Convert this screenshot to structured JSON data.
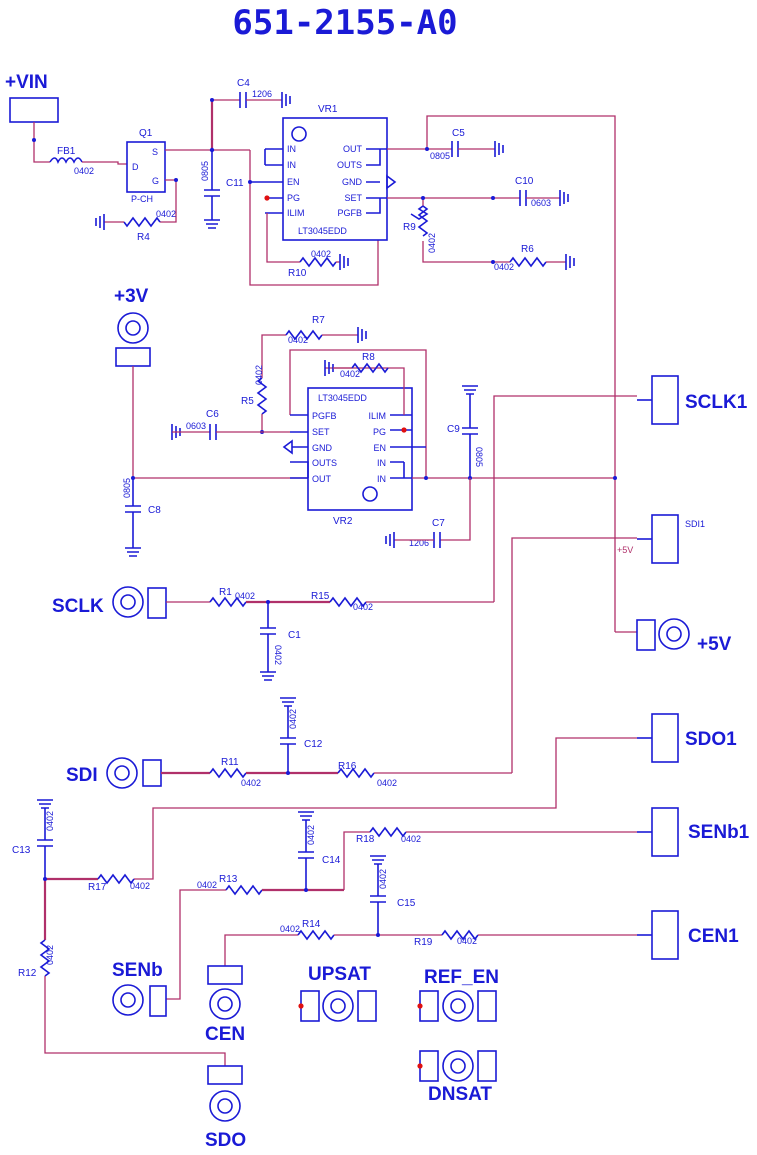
{
  "title": "651-2155-A0",
  "connectors": {
    "vin": "+VIN",
    "v3": "+3V",
    "sclk": "SCLK",
    "sdi": "SDI",
    "sclk1": "SCLK1",
    "sdi1": "SDI1",
    "v5": "+5V",
    "sdo1": "SDO1",
    "senb1": "SENb1",
    "cen1": "CEN1",
    "senb": "SENb",
    "cen": "CEN",
    "upsat": "UPSAT",
    "ref_en": "REF_EN",
    "dnsat": "DNSAT",
    "sdo": "SDO"
  },
  "net_label_5v": "+5V",
  "regulators": {
    "vr1": {
      "ref": "VR1",
      "part": "LT3045EDD",
      "pins_left": [
        "IN",
        "IN",
        "EN",
        "PG",
        "ILIM"
      ],
      "pins_right": [
        "OUT",
        "OUTS",
        "GND",
        "SET",
        "PGFB"
      ]
    },
    "vr2": {
      "ref": "VR2",
      "part": "LT3045EDD",
      "pins_left": [
        "PGFB",
        "SET",
        "GND",
        "OUTS",
        "OUT"
      ],
      "pins_right": [
        "ILIM",
        "PG",
        "EN",
        "IN",
        "IN"
      ]
    }
  },
  "mosfet": {
    "ref": "Q1",
    "type": "P-CH",
    "pin_s": "S",
    "pin_d": "D",
    "pin_g": "G"
  },
  "ferrite": {
    "ref": "FB1",
    "pkg": "0402"
  },
  "resistors": {
    "r1": {
      "ref": "R1",
      "pkg": "0402"
    },
    "r4": {
      "ref": "R4",
      "pkg": "0402"
    },
    "r5": {
      "ref": "R5",
      "pkg": "0402"
    },
    "r6": {
      "ref": "R6",
      "pkg": "0402"
    },
    "r7": {
      "ref": "R7",
      "pkg": "0402"
    },
    "r8": {
      "ref": "R8",
      "pkg": "0402"
    },
    "r9": {
      "ref": "R9",
      "pkg": "0402"
    },
    "r10": {
      "ref": "R10",
      "pkg": "0402"
    },
    "r11": {
      "ref": "R11",
      "pkg": "0402"
    },
    "r12": {
      "ref": "R12",
      "pkg": "0402"
    },
    "r13": {
      "ref": "R13",
      "pkg": "0402"
    },
    "r14": {
      "ref": "R14",
      "pkg": "0402"
    },
    "r15": {
      "ref": "R15",
      "pkg": "0402"
    },
    "r16": {
      "ref": "R16",
      "pkg": "0402"
    },
    "r17": {
      "ref": "R17",
      "pkg": "0402"
    },
    "r18": {
      "ref": "R18",
      "pkg": "0402"
    },
    "r19": {
      "ref": "R19",
      "pkg": "0402"
    }
  },
  "capacitors": {
    "c1": {
      "ref": "C1",
      "pkg": "0402"
    },
    "c4": {
      "ref": "C4",
      "pkg": "1206"
    },
    "c5": {
      "ref": "C5",
      "pkg": "0805"
    },
    "c6": {
      "ref": "C6",
      "pkg": "0603"
    },
    "c7": {
      "ref": "C7",
      "pkg": "1206"
    },
    "c8": {
      "ref": "C8",
      "pkg": "0805"
    },
    "c9": {
      "ref": "C9",
      "pkg": "0805"
    },
    "c10": {
      "ref": "C10",
      "pkg": "0603"
    },
    "c11": {
      "ref": "C11",
      "pkg": "0805"
    },
    "c12": {
      "ref": "C12",
      "pkg": "0402"
    },
    "c13": {
      "ref": "C13",
      "pkg": "0402"
    },
    "c14": {
      "ref": "C14",
      "pkg": "0402"
    },
    "c15": {
      "ref": "C15",
      "pkg": "0402"
    }
  },
  "colors": {
    "component": "#1a1ad6",
    "wire": "#b0306a",
    "pin_marker": "#e01010"
  }
}
